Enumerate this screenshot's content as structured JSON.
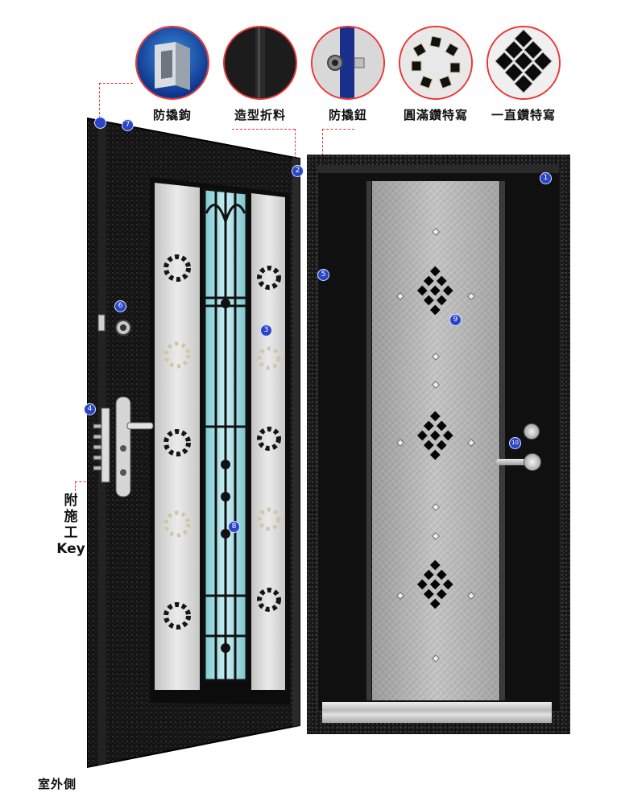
{
  "features": [
    {
      "label": "防撬鉤",
      "icon": "anti-pry-hook-icon"
    },
    {
      "label": "造型折料",
      "icon": "molded-fold-icon"
    },
    {
      "label": "防撬鈕",
      "icon": "anti-pry-bolt-icon"
    },
    {
      "label": "圓滿鑽特寫",
      "icon": "round-diamond-closeup-icon"
    },
    {
      "label": "一直鑽特寫",
      "icon": "straight-diamond-closeup-icon"
    }
  ],
  "markers": [
    "1",
    "2",
    "3",
    "4",
    "5",
    "6",
    "7",
    "8",
    "9",
    "10"
  ],
  "side_label": {
    "line1": "附",
    "line2": "施",
    "line3": "工",
    "line4": "Key"
  },
  "bottom_label": "室外側",
  "colors": {
    "accent": "#e33333",
    "marker": "#2a45c8",
    "door": "#151515"
  }
}
